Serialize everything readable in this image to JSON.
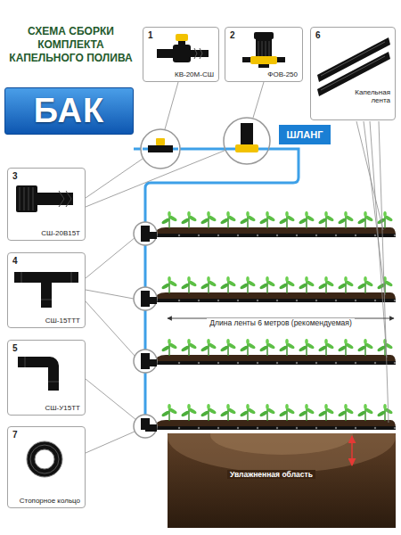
{
  "diagram": {
    "title": "СХЕМА СБОРКИ КОМПЛЕКТА КАПЕЛЬНОГО ПОЛИВА",
    "nodes": [
      {
        "text": [
          "1",
          "КВ-20М-СШ"
        ]
      },
      {
        "text": [
          "2",
          "ФОВ-250"
        ]
      },
      {
        "text": [
          "6",
          "Капельная лента"
        ]
      },
      {
        "text": [
          "БАК"
        ]
      },
      {
        "text": [
          "ШЛАНГ"
        ]
      },
      {
        "text": [
          "3",
          "СШ-20В15Т"
        ]
      },
      {
        "text": [
          "4",
          "СШ-15ТТТ"
        ]
      },
      {
        "text": [
          "5",
          "СШ-У15ТТ"
        ]
      },
      {
        "text": [
          "7",
          "Стопорное кольцо"
        ]
      }
    ],
    "labels": [
      "Длина ленты 6 метров (рекомендуемая)",
      "Увлажненная область"
    ]
  }
}
